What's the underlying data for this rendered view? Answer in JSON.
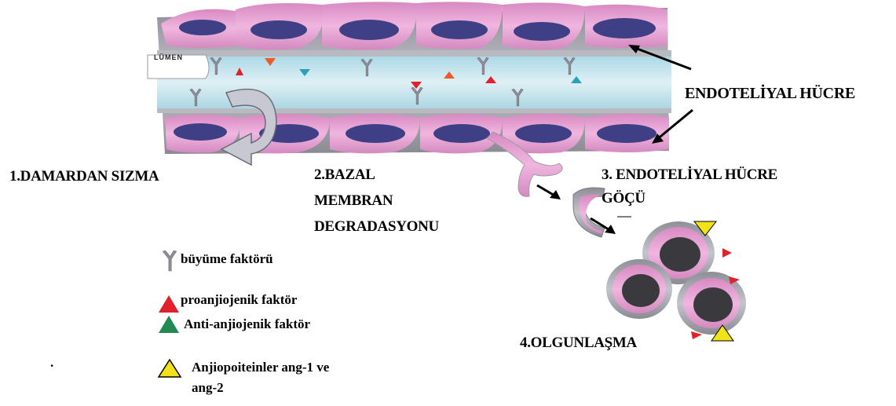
{
  "labels": {
    "lumen": "LÜMEN",
    "endothelial_cell": "ENDOTELİYAL HÜCRE",
    "step1": "1.DAMARDAN SIZMA",
    "step2_line1": "2.BAZAL",
    "step2_line2": "MEMBRAN",
    "step2_line3": "DEGRADASYONU",
    "step3_line1": "3. ENDOTELİYAL HÜCRE",
    "step3_line2": "GÖÇÜ",
    "step4": "4.OLGUNLAŞMA"
  },
  "legend": {
    "growth_factor": "büyüme faktörü",
    "proangiogenic": "proanjiojenik faktör",
    "antiangiogenic": "Anti-anjiojenik faktör",
    "angiopoietin_line1": "Anjiopoiteinler ang-1 ve",
    "angiopoietin_line2": "ang-2",
    "dot": "."
  },
  "colors": {
    "cell_pink": "#e8a3d3",
    "cell_gray": "#9c9ca4",
    "nucleus": "#3f3f86",
    "lumen_blue": "#bfe0ea",
    "red_factor": "#e2222a",
    "green_factor": "#238a55",
    "yellow_factor": "#f2e21a",
    "orange_factor": "#f05a2a",
    "teal_factor": "#2aa0b8"
  },
  "icons": {
    "growth_factor": "y-receptor-icon",
    "proangiogenic": "red-triangle-icon",
    "antiangiogenic": "green-triangle-icon",
    "angiopoietin": "yellow-triangle-icon"
  }
}
